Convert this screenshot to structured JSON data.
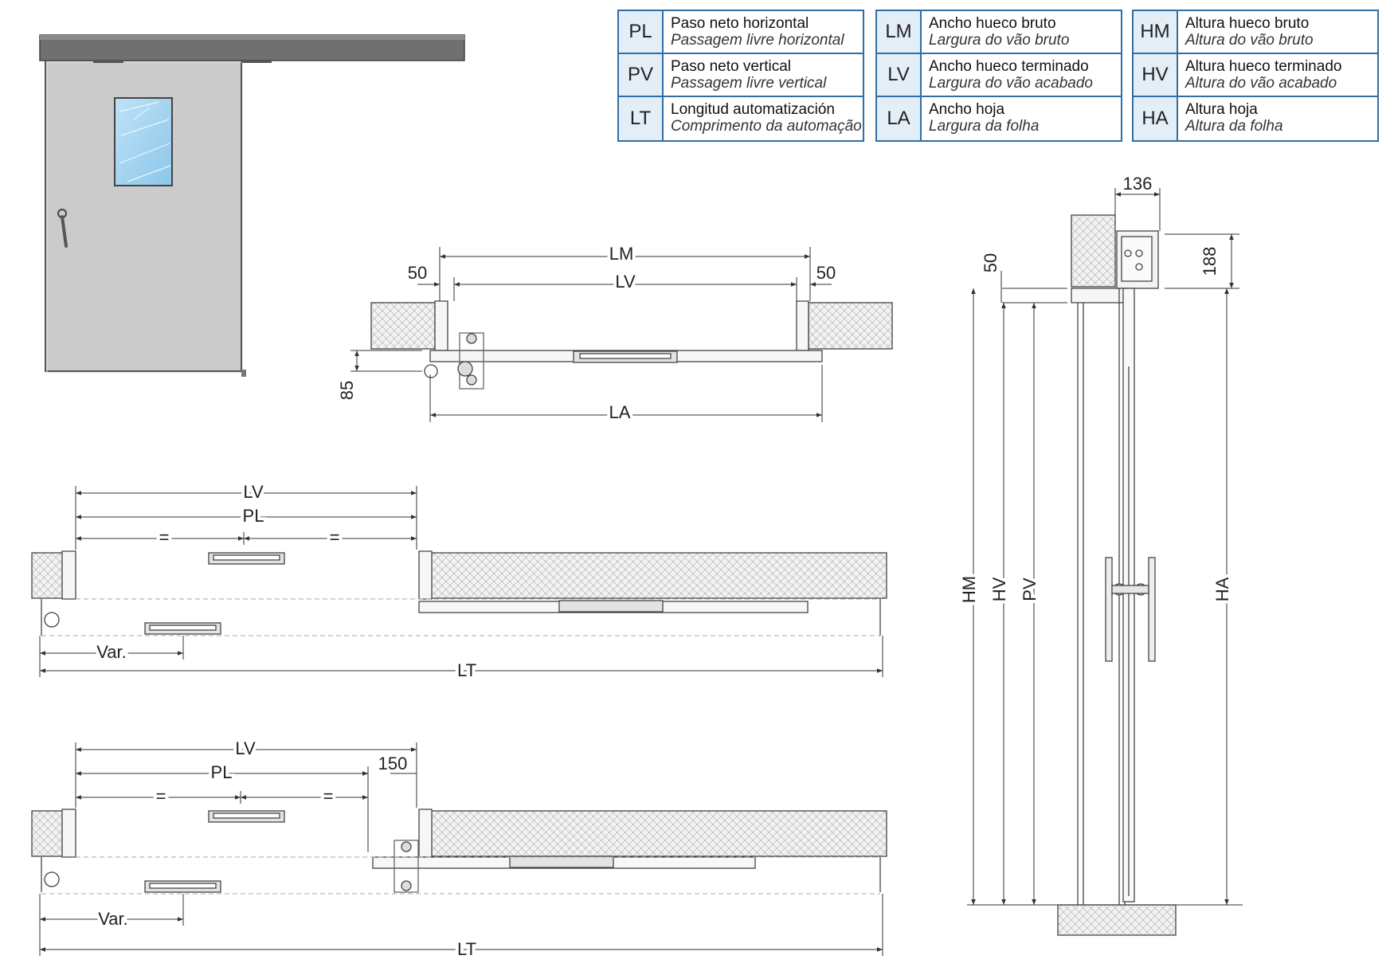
{
  "legend": [
    {
      "code": "PL",
      "es": "Paso neto horizontal",
      "pt": "Passagem livre horizontal"
    },
    {
      "code": "PV",
      "es": "Paso neto vertical",
      "pt": "Passagem livre vertical"
    },
    {
      "code": "LT",
      "es": "Longitud automatización",
      "pt": "Comprimento da automação"
    },
    {
      "code": "LM",
      "es": "Ancho hueco bruto",
      "pt": "Largura do vão bruto"
    },
    {
      "code": "LV",
      "es": "Ancho hueco terminado",
      "pt": "Largura do vão acabado"
    },
    {
      "code": "LA",
      "es": "Ancho hoja",
      "pt": "Largura da folha"
    },
    {
      "code": "HM",
      "es": "Altura hueco bruto",
      "pt": "Altura do vão bruto"
    },
    {
      "code": "HV",
      "es": "Altura hueco terminado",
      "pt": "Altura do vão acabado"
    },
    {
      "code": "HA",
      "es": "Altura hoja",
      "pt": "Altura da folha"
    }
  ],
  "plan_top": {
    "lm": "LM",
    "lv": "LV",
    "la": "LA",
    "dim_left": "50",
    "dim_right": "50",
    "dim_depth": "85"
  },
  "plan_mid": {
    "lv": "LV",
    "pl": "PL",
    "eq1": "=",
    "eq2": "=",
    "var": "Var.",
    "lt": "LT"
  },
  "plan_bottom": {
    "lv": "LV",
    "pl": "PL",
    "eq1": "=",
    "eq2": "=",
    "dim_150": "150",
    "var": "Var.",
    "lt": "LT"
  },
  "section": {
    "dim_136": "136",
    "dim_188": "188",
    "dim_50": "50",
    "hm": "HM",
    "hv": "HV",
    "pv": "PV",
    "ha": "HA"
  },
  "colors": {
    "legend_border": "#2f6fa6",
    "legend_code_bg": "#e4eef7",
    "door": "#c9c9c9",
    "rail": "#6e6e6e",
    "glass": "#a9d4ef"
  }
}
